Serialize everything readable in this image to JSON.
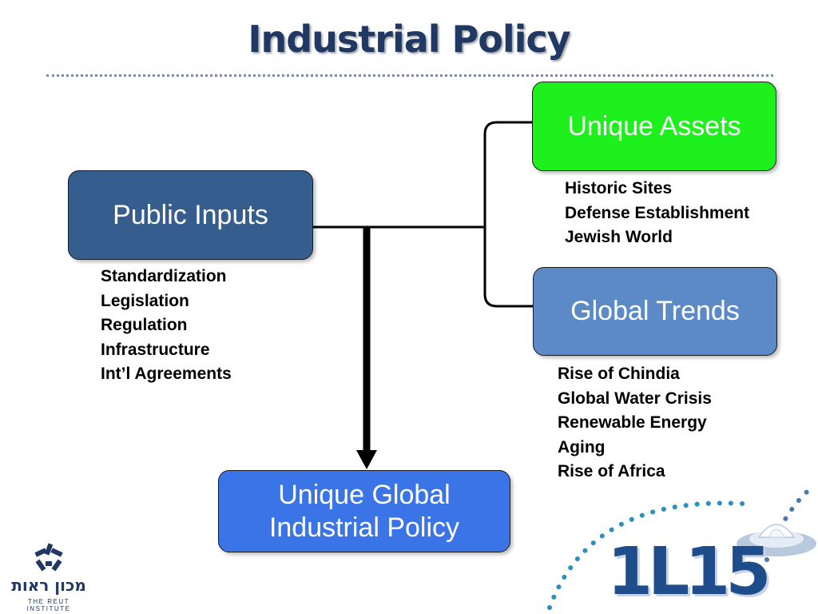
{
  "title": "Industrial Policy",
  "boxes": {
    "public_inputs": "Public Inputs",
    "unique_assets": "Unique Assets",
    "global_trends": "Global Trends",
    "unique_policy_line1": "Unique Global",
    "unique_policy_line2": "Industrial Policy"
  },
  "lists": {
    "public_inputs": [
      "Standardization",
      "Legislation",
      "Regulation",
      "Infrastructure",
      "Int’l Agreements"
    ],
    "unique_assets": [
      "Historic Sites",
      "Defense Establishment",
      "Jewish World"
    ],
    "global_trends": [
      "Rise of Chindia",
      "Global Water Crisis",
      "Renewable Energy",
      "Aging",
      "Rise of Africa"
    ]
  },
  "logo": {
    "hebrew": "מכון ראות",
    "english": "THE REUT INSTITUTE",
    "brand": "1L15"
  },
  "colors": {
    "title": "#1f3864",
    "public_inputs": "#355d8e",
    "unique_assets": "#1ef01e",
    "global_trends": "#5b8ac6",
    "unique_policy": "#3a74e6"
  }
}
